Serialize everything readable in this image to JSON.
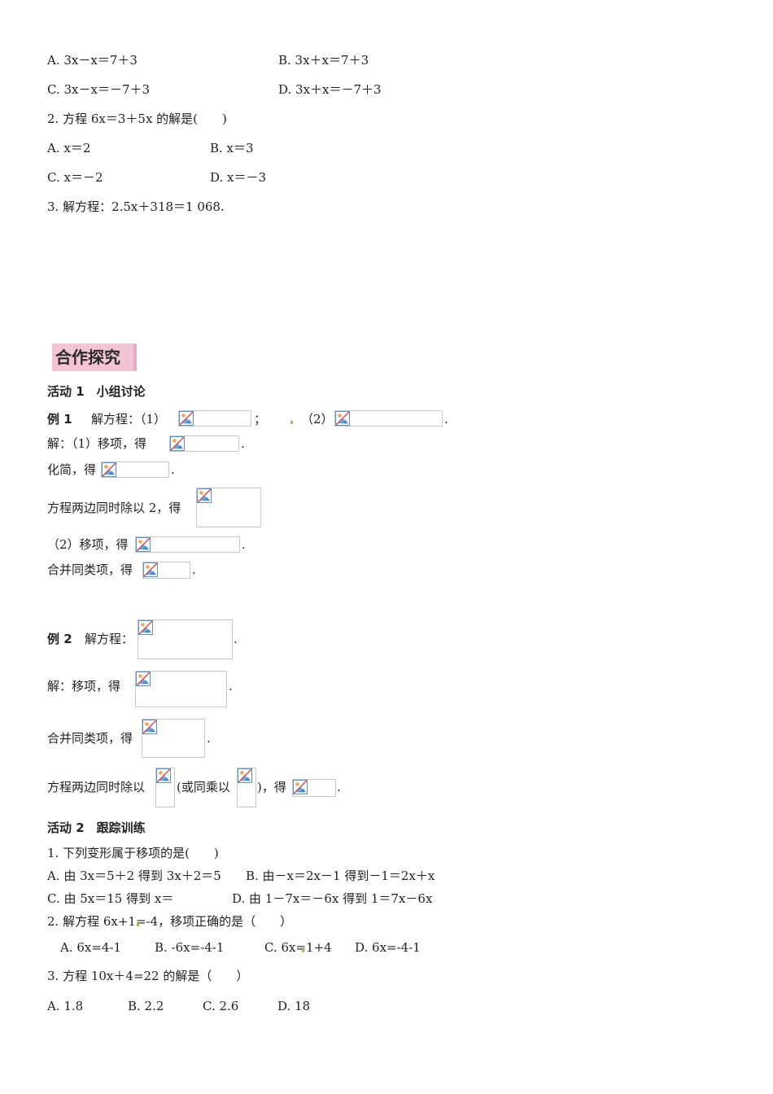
{
  "top": {
    "q1": {
      "optA": "A. 3x－x＝7＋3",
      "optB": "B. 3x＋x＝7＋3",
      "optC": "C. 3x－x＝－7＋3",
      "optD": "D. 3x＋x＝－7＋3"
    },
    "q2": {
      "stem": "2. 方程 6x＝3＋5x 的解是(　　)",
      "optA": "A. x＝2",
      "optB": "B. x＝3",
      "optC": "C. x＝－2",
      "optD": "D. x＝－3"
    },
    "q3": {
      "stem": "3. 解方程：2.5x＋318＝1 068."
    }
  },
  "section_banner": "合作探究",
  "activity1": {
    "title": "活动 1　小组讨论",
    "example1": {
      "label": "例 1",
      "intro": "解方程：（1）",
      "sep": "；",
      "part2": "（2）",
      "end": "."
    },
    "sol_line1": {
      "a": "解：（1）移项，得",
      "end": "."
    },
    "sol_line2": {
      "a": "化简，得",
      "end": "."
    },
    "sol_line3": {
      "a": "方程两边同时除以 2，得"
    },
    "sol_line4": {
      "a": "（2）移项，得",
      "end": "."
    },
    "sol_line5": {
      "a": "合并同类项，得",
      "end": "."
    },
    "example2": {
      "label": "例 2",
      "intro": "解方程：",
      "end": "."
    },
    "ex2_line1": {
      "a": "解：移项，得",
      "end": "."
    },
    "ex2_line2": {
      "a": "合并同类项，得",
      "end": "."
    },
    "ex2_line3": {
      "a": "方程两边同时除以",
      "b": "(或同乘以",
      "c": ")，得",
      "end": "."
    }
  },
  "activity2": {
    "title": "活动 2　跟踪训练",
    "q1": {
      "stem": "1. 下列变形属于移项的是(　　)",
      "optA": "A. 由 3x＝5＋2 得到 3x＋2＝5",
      "optB": "B. 由－x＝2x－1 得到－1＝2x＋x",
      "optC": "C. 由 5x＝15 得到 x＝",
      "optD": "D. 由 1－7x＝－6x 得到 1＝7x－6x"
    },
    "q2": {
      "stem": "2. 解方程 6x+1=-4，移项正确的是（　　）",
      "optA": "A. 6x=4-1",
      "optB": "B. -6x=-4-1",
      "optC": "C. 6x=1+4",
      "optD": "D. 6x=-4-1"
    },
    "q3": {
      "stem": "3. 方程 10x＋4=22 的解是（　　）",
      "optA": "A. 1.8",
      "optB": "B. 2.2",
      "optC": "C. 2.6",
      "optD": "D. 18"
    }
  },
  "colors": {
    "banner_bg": "#f2c4d6",
    "placeholder_border": "#c8c8c8",
    "icon_border": "#5a8fc8"
  }
}
